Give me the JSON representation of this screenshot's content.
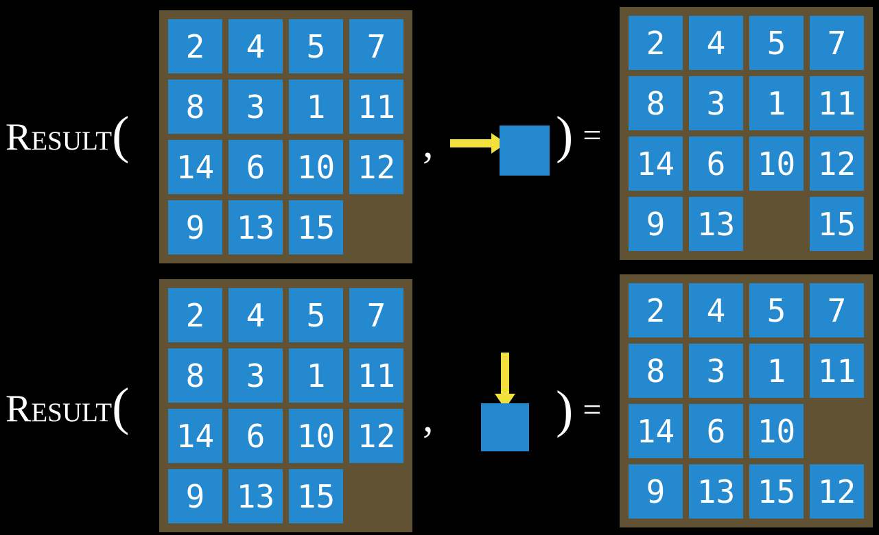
{
  "colors": {
    "background": "#000000",
    "frame_brown": "#615233",
    "tile_blue": "#2589d0",
    "arrow_yellow": "#f2e13c",
    "text_white": "#ffffff"
  },
  "notation": {
    "function_name": "Result",
    "open_paren": "(",
    "comma": ",",
    "close_paren": ")",
    "equals": "="
  },
  "examples": [
    {
      "action_direction": "right",
      "action_icon": "right-arrow-into-tile-icon",
      "input": [
        [
          "2",
          "4",
          "5",
          "7"
        ],
        [
          "8",
          "3",
          "1",
          "11"
        ],
        [
          "14",
          "6",
          "10",
          "12"
        ],
        [
          "9",
          "13",
          "15",
          ""
        ]
      ],
      "result": [
        [
          "2",
          "4",
          "5",
          "7"
        ],
        [
          "8",
          "3",
          "1",
          "11"
        ],
        [
          "14",
          "6",
          "10",
          "12"
        ],
        [
          "9",
          "13",
          "",
          "15"
        ]
      ]
    },
    {
      "action_direction": "down",
      "action_icon": "down-arrow-into-tile-icon",
      "input": [
        [
          "2",
          "4",
          "5",
          "7"
        ],
        [
          "8",
          "3",
          "1",
          "11"
        ],
        [
          "14",
          "6",
          "10",
          "12"
        ],
        [
          "9",
          "13",
          "15",
          ""
        ]
      ],
      "result": [
        [
          "2",
          "4",
          "5",
          "7"
        ],
        [
          "8",
          "3",
          "1",
          "11"
        ],
        [
          "14",
          "6",
          "10",
          ""
        ],
        [
          "9",
          "13",
          "15",
          "12"
        ]
      ]
    }
  ]
}
